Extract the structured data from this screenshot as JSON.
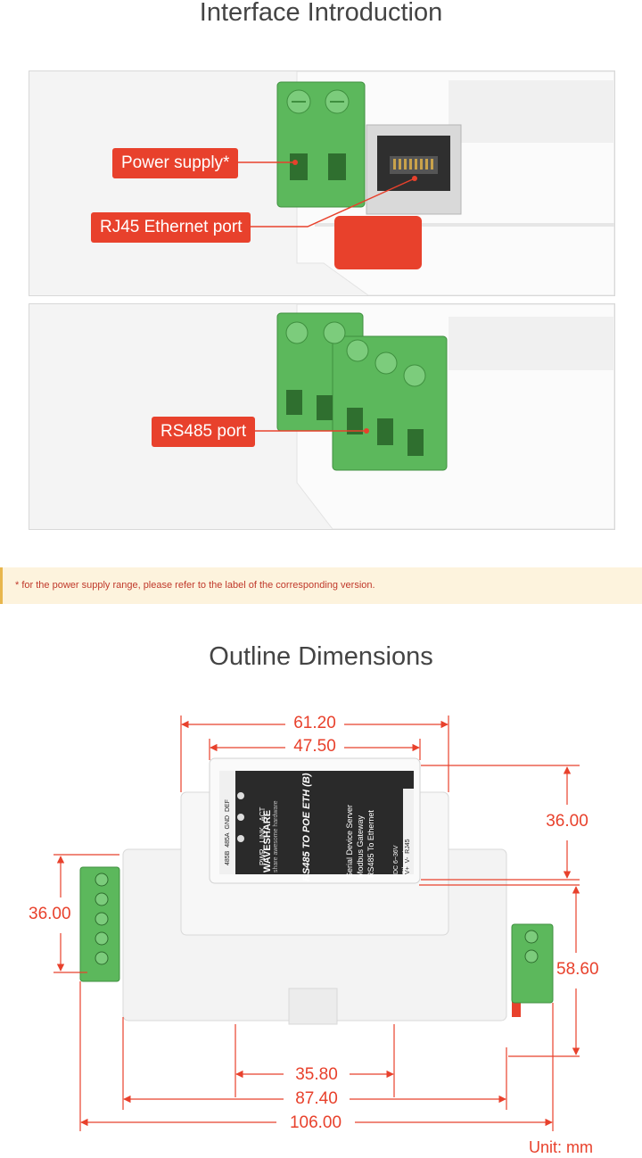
{
  "interface_section": {
    "title": "Interface Introduction",
    "callouts": {
      "power": "Power supply*",
      "rj45": "RJ45 Ethernet port",
      "rs485": "RS485 port"
    }
  },
  "note": "* for the power supply range, please refer to the label of the corresponding version.",
  "dimensions_section": {
    "title": "Outline Dimensions",
    "values": {
      "top_outer": "61.20",
      "top_inner": "47.50",
      "right_upper": "36.00",
      "left_terminal": "36.00",
      "right_lower": "58.60",
      "bottom_inner": "35.80",
      "bottom_mid": "87.40",
      "bottom_outer": "106.00"
    },
    "unit": "Unit: mm"
  },
  "device_label": {
    "brand": "WAVESHARE",
    "tagline": "share awesome hardware",
    "model": "RS485 TO POE ETH (B)",
    "desc1": "Serial Device Server",
    "desc2": "Modbus Gateway",
    "desc3": "RS485 To Ethernet",
    "leds": [
      "PWR",
      "LINK",
      "ACT"
    ],
    "pins_top": [
      "485B",
      "485A",
      "GND",
      "DEF"
    ],
    "pins_right": [
      "V+",
      "V-",
      "RJ45"
    ],
    "power_range": "DC 6~36V",
    "eth": "Ethernet"
  },
  "colors": {
    "accent": "#e8412c",
    "terminal_green": "#5cb85c",
    "case_white": "#f2f2f2"
  }
}
